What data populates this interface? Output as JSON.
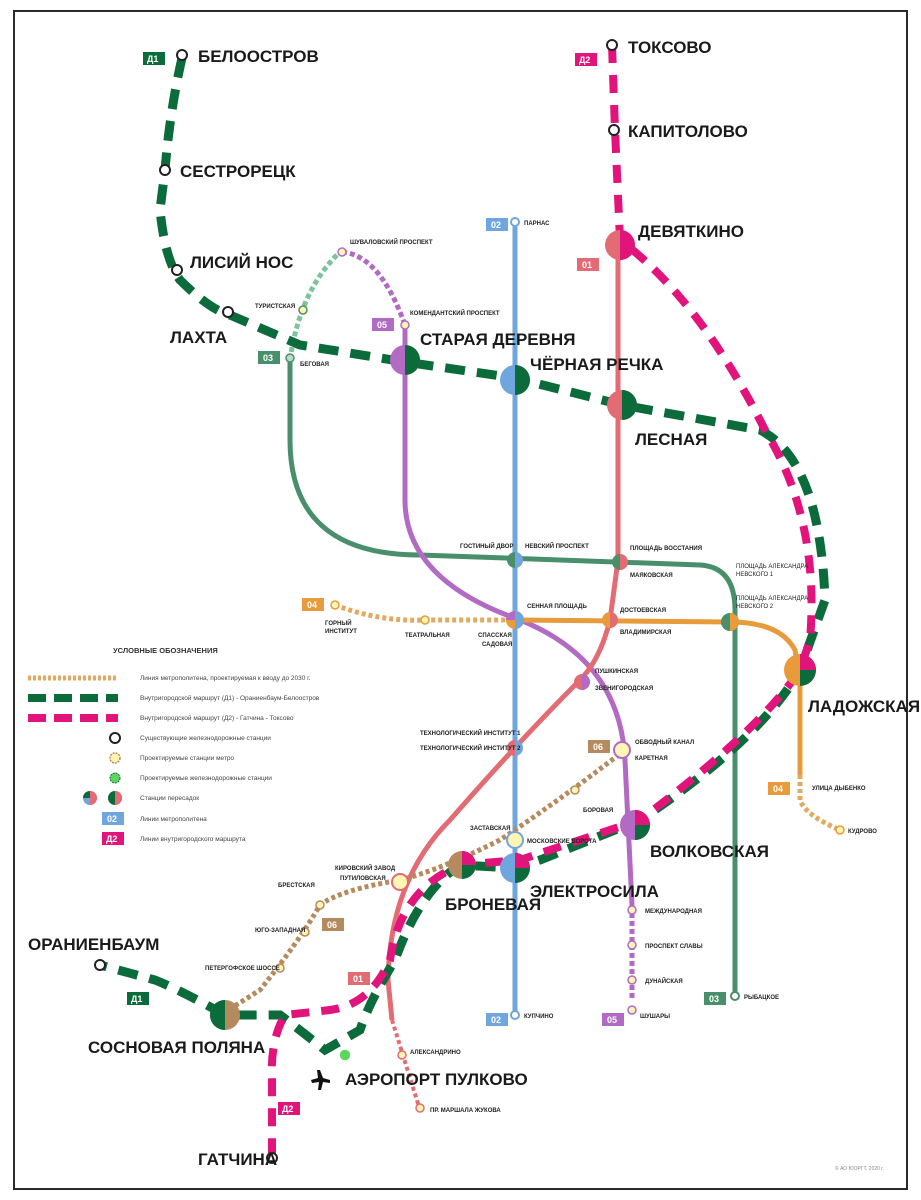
{
  "colors": {
    "d1": "#0b6b3a",
    "d2": "#e0147a",
    "m1": "#e36b74",
    "m2": "#6fa6de",
    "m3": "#4a8f6b",
    "m4": "#e89b3a",
    "m5": "#b36ac4",
    "m6": "#b58a5e",
    "m4_planned": "#e3a960"
  },
  "line_tags": {
    "d1_top": "Д1",
    "d1_bottom": "Д1",
    "d2_top": "Д2",
    "d2_bottom": "Д2",
    "m1_top": "01",
    "m1_bottom": "01",
    "m2_top": "02",
    "m2_bottom": "02",
    "m3_top": "03",
    "m3_bottom": "03",
    "m4_left": "04",
    "m4_right": "04",
    "m5_top": "05",
    "m5_bottom": "05",
    "m6_top": "06",
    "m6_bottom": "06"
  },
  "major_stations": {
    "beloostrov": "БЕЛООСТРОВ",
    "sestroretsk": "СЕСТРОРЕЦК",
    "lisiy_nos": "ЛИСИЙ НОС",
    "lakhta": "ЛАХТА",
    "toksovo": "ТОКСОВО",
    "kapitolovo": "КАПИТОЛОВО",
    "devyatkino": "ДЕВЯТКИНО",
    "staraya_derevnya": "СТАРАЯ ДЕРЕВНЯ",
    "chernaya_rechka": "ЧЁРНАЯ РЕЧКА",
    "lesnaya": "ЛЕСНАЯ",
    "ladozhskaya": "ЛАДОЖСКАЯ",
    "volkovskaya": "ВОЛКОВСКАЯ",
    "bronevaya": "БРОНЕВАЯ",
    "elektrosila": "ЭЛЕКТРОСИЛА",
    "oranienbaum": "ОРАНИЕНБАУМ",
    "sosnovaya_polyana": "СОСНОВАЯ ПОЛЯНА",
    "aeroport": "АЭРОПОРТ ПУЛКОВО",
    "gatchina": "ГАТЧИНА"
  },
  "minor_stations": {
    "parnas": "ПАРНАС",
    "shuvalovsky": "ШУВАЛОВСКИЙ ПРОСПЕКТ",
    "komendantsky": "КОМЕНДАНТСКИЙ ПРОСПЕКТ",
    "turistskaya": "ТУРИСТСКАЯ",
    "begovaya": "БЕГОВАЯ",
    "gostiny": "ГОСТИНЫЙ ДВОР",
    "nevsky": "НЕВСКИЙ ПРОСПЕКТ",
    "pl_vosstaniya": "ПЛОЩАДЬ ВОССТАНИЯ",
    "mayakovskaya": "МАЯКОВСКАЯ",
    "pl_al_nevskogo_1": "ПЛОЩАДЬ АЛЕКСАНДРА",
    "pl_al_nevskogo_2": "НЕВСКОГО 1",
    "pl_al_nevskogo_3": "ПЛОЩАДЬ АЛЕКСАНДРА",
    "pl_al_nevskogo_4": "НЕВСКОГО 2",
    "gorny_1": "ГОРНЫЙ",
    "gorny_2": "ИНСТИТУТ",
    "teatralnaya": "ТЕАТРАЛЬНАЯ",
    "sennaya": "СЕННАЯ ПЛОЩАДЬ",
    "spasskaya": "СПАССКАЯ",
    "sadovaya": "САДОВАЯ",
    "dostoevskaya": "ДОСТОЕВСКАЯ",
    "vladimirskaya": "ВЛАДИМИРСКАЯ",
    "pushkinskaya": "ПУШКИНСКАЯ",
    "zvenigorodskaya": "ЗВЕНИГОРОДСКАЯ",
    "tekhnolog_1": "ТЕХНОЛОГИЧЕСКИЙ ИНСТИТУТ 1",
    "tekhnolog_2": "ТЕХНОЛОГИЧЕСКИЙ ИНСТИТУТ 2",
    "obvodny": "ОБВОДНЫЙ КАНАЛ",
    "karetnaya": "КАРЕТНАЯ",
    "borovaya": "БОРОВАЯ",
    "ulitsa_dybenko": "УЛИЦА ДЫБЕНКО",
    "kudrovo": "КУДРОВО",
    "zastavskaya": "ЗАСТАВСКАЯ",
    "moskovskie_vorota": "МОСКОВСКИЕ ВОРОТА",
    "kirovsky_zavod": "КИРОВСКИЙ ЗАВОД",
    "putilovskaya": "ПУТИЛОВСКАЯ",
    "brestskaya": "БРЕСТСКАЯ",
    "yugo_zapadnaya": "ЮГО-ЗАПАДНАЯ",
    "petergofskoe": "ПЕТЕРГОФСКОЕ ШОССЕ",
    "mezhdunarodnaya": "МЕЖДУНАРОДНАЯ",
    "prospekt_slavy": "ПРОСПЕКТ СЛАВЫ",
    "dunayskaya": "ДУНАЙСКАЯ",
    "shushary": "ШУШАРЫ",
    "rybatskoe": "РЫБАЦКОЕ",
    "kupchino": "КУПЧИНО",
    "aleksandrino": "АЛЕКСАНДРИНО",
    "marshala_zhukova": "ПР. МАРШАЛА ЖУКОВА"
  },
  "legend": {
    "title": "УСЛОВНЫЕ ОБОЗНАЧЕНИЯ",
    "items": [
      "Линия метрополитена, проектируемая к вводу до 2030 г.",
      "Внутригородской маршрут (Д1) - Ораниенбаум-Белоостров",
      "Внутригородской маршрут (Д2) - Гатчина - Токсово",
      "Существующие железнодорожные станции",
      "Проектируемые станции метро",
      "Проектируемые железнодорожные станции",
      "Станции пересадок",
      "Линии метрополитена",
      "Линии внутригородского маршрута"
    ],
    "tag_metro": "02",
    "tag_d": "Д2"
  },
  "footer_note": "© АО ЮОРГТ, 2020 г."
}
